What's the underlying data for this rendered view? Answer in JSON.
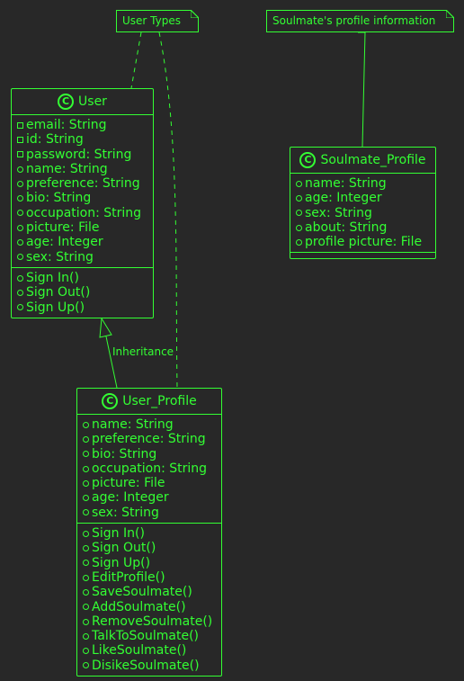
{
  "notes": [
    {
      "id": "user-types",
      "text": "User Types"
    },
    {
      "id": "soulmate-info",
      "text": "Soulmate's profile information"
    }
  ],
  "classes": {
    "user": {
      "name": "User",
      "attributes": [
        {
          "vis": "private",
          "text": "email: String"
        },
        {
          "vis": "private",
          "text": "id: String"
        },
        {
          "vis": "private",
          "text": "password: String"
        },
        {
          "vis": "public",
          "text": "name: String"
        },
        {
          "vis": "public",
          "text": "preference: String"
        },
        {
          "vis": "public",
          "text": "bio: String"
        },
        {
          "vis": "public",
          "text": "occupation: String"
        },
        {
          "vis": "public",
          "text": "picture: File"
        },
        {
          "vis": "public",
          "text": "age: Integer"
        },
        {
          "vis": "public",
          "text": "sex: String"
        }
      ],
      "methods": [
        {
          "vis": "public",
          "text": "Sign In()"
        },
        {
          "vis": "public",
          "text": "Sign Out()"
        },
        {
          "vis": "public",
          "text": "Sign Up()"
        }
      ]
    },
    "soulmate_profile": {
      "name": "Soulmate_Profile",
      "attributes": [
        {
          "vis": "public",
          "text": "name: String"
        },
        {
          "vis": "public",
          "text": "age: Integer"
        },
        {
          "vis": "public",
          "text": "sex: String"
        },
        {
          "vis": "public",
          "text": "about: String"
        },
        {
          "vis": "public",
          "text": "profile picture: File"
        }
      ],
      "methods": []
    },
    "user_profile": {
      "name": "User_Profile",
      "attributes": [
        {
          "vis": "public",
          "text": "name: String"
        },
        {
          "vis": "public",
          "text": "preference: String"
        },
        {
          "vis": "public",
          "text": "bio: String"
        },
        {
          "vis": "public",
          "text": "occupation: String"
        },
        {
          "vis": "public",
          "text": "picture: File"
        },
        {
          "vis": "public",
          "text": "age: Integer"
        },
        {
          "vis": "public",
          "text": "sex: String"
        }
      ],
      "methods": [
        {
          "vis": "public",
          "text": "Sign In()"
        },
        {
          "vis": "public",
          "text": "Sign Out()"
        },
        {
          "vis": "public",
          "text": "Sign Up()"
        },
        {
          "vis": "public",
          "text": "EditProfile()"
        },
        {
          "vis": "public",
          "text": "SaveSoulmate()"
        },
        {
          "vis": "public",
          "text": "AddSoulmate()"
        },
        {
          "vis": "public",
          "text": "RemoveSoulmate()"
        },
        {
          "vis": "public",
          "text": "TalkToSoulmate()"
        },
        {
          "vis": "public",
          "text": "LikeSoulmate()"
        },
        {
          "vis": "public",
          "text": "DisikeSoulmate()"
        }
      ]
    }
  },
  "relations": [
    {
      "id": "inheritance",
      "label": "Inheritance"
    }
  ],
  "icons": {
    "class_marker": "C"
  },
  "colors": {
    "background": "#282828",
    "foreground": "#33ff33"
  }
}
